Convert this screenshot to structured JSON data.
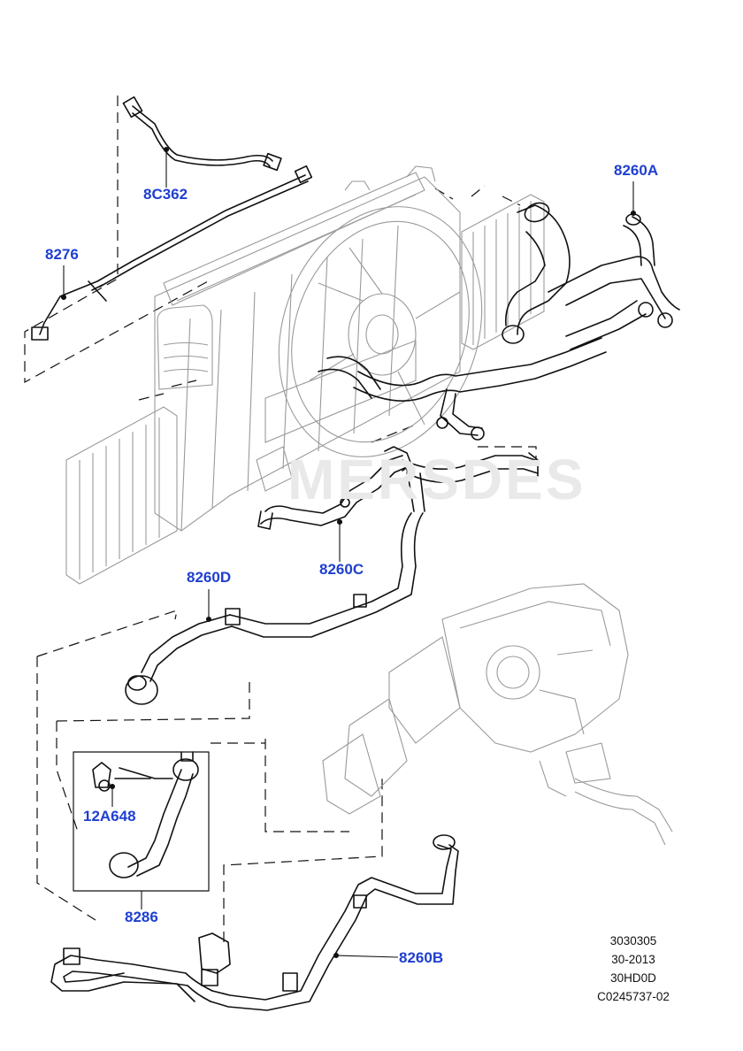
{
  "callouts": {
    "c8c362": "8C362",
    "c8276": "8276",
    "c8260a": "8260A",
    "c8260c": "8260C",
    "c8260d": "8260D",
    "c12a648": "12A648",
    "c8286": "8286",
    "c8260b": "8260B"
  },
  "watermark": "MERSDES",
  "reference": {
    "line1": "3030305",
    "line2": "30-2013",
    "line3": "30HD0D",
    "line4": "C0245737-02"
  },
  "colors": {
    "callout": "#1f3fd0",
    "line": "#111111",
    "ghost": "#9a9a9a"
  }
}
